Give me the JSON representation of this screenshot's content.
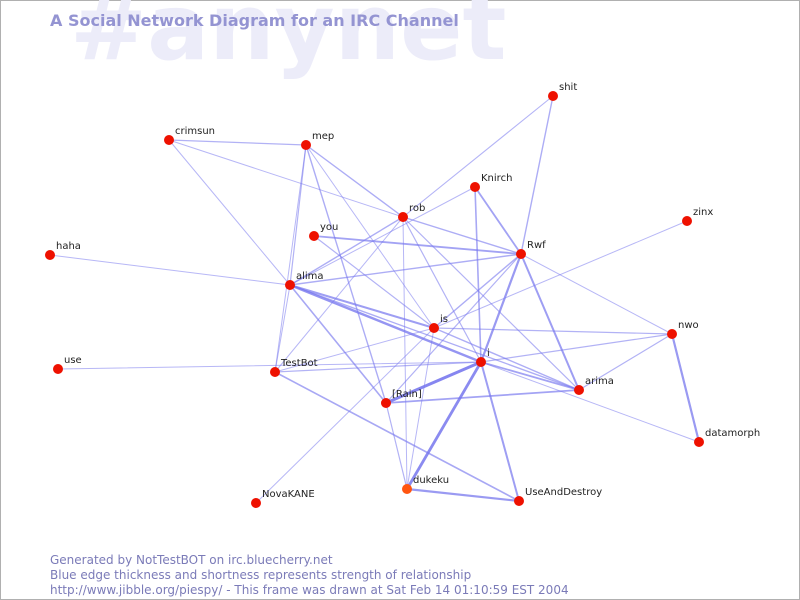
{
  "watermark": "#anynet",
  "title": "A Social Network Diagram for an IRC Channel",
  "footer": {
    "line1": "Generated by NotTestBOT on irc.bluecherry.net",
    "line2": "Blue edge thickness and shortness represents strength of relationship",
    "line3": "http://www.jibble.org/piespy/ - This frame was drawn at Sat Feb 14 01:10:59 EST 2004"
  },
  "colors": {
    "node": "#ee1100",
    "node_active": "#ff5511",
    "edge": "#7777ee",
    "title": "#9494d2",
    "watermark": "#ececf9",
    "footer": "#7b7bb8"
  },
  "nodes": [
    {
      "id": "shit",
      "label": "shit"
    },
    {
      "id": "crimsun",
      "label": "crimsun"
    },
    {
      "id": "mep",
      "label": "mep"
    },
    {
      "id": "Knirch",
      "label": "Knirch"
    },
    {
      "id": "rob",
      "label": "rob"
    },
    {
      "id": "zinx",
      "label": "zinx"
    },
    {
      "id": "you",
      "label": "you"
    },
    {
      "id": "haha",
      "label": "haha"
    },
    {
      "id": "Rwf",
      "label": "Rwf"
    },
    {
      "id": "alima",
      "label": "alima"
    },
    {
      "id": "is",
      "label": "is"
    },
    {
      "id": "nwo",
      "label": "nwo"
    },
    {
      "id": "use",
      "label": "use"
    },
    {
      "id": "i",
      "label": "i"
    },
    {
      "id": "TestBot",
      "label": "TestBot"
    },
    {
      "id": "arima",
      "label": "arima"
    },
    {
      "id": "Rain",
      "label": "[Rain]"
    },
    {
      "id": "datamorph",
      "label": "datamorph"
    },
    {
      "id": "dukeku",
      "label": "dukeku"
    },
    {
      "id": "UseAndDestroy",
      "label": "UseAndDestroy"
    },
    {
      "id": "NovaKANE",
      "label": "NovaKANE"
    }
  ],
  "edges": [
    {
      "a": "shit",
      "b": "Rwf",
      "w": 1.4
    },
    {
      "a": "shit",
      "b": "rob",
      "w": 1.1
    },
    {
      "a": "crimsun",
      "b": "mep",
      "w": 1.2
    },
    {
      "a": "crimsun",
      "b": "rob",
      "w": 1.0
    },
    {
      "a": "crimsun",
      "b": "alima",
      "w": 1.0
    },
    {
      "a": "mep",
      "b": "rob",
      "w": 1.4
    },
    {
      "a": "mep",
      "b": "alima",
      "w": 1.2
    },
    {
      "a": "mep",
      "b": "Rain",
      "w": 1.4
    },
    {
      "a": "mep",
      "b": "is",
      "w": 1.0
    },
    {
      "a": "mep",
      "b": "TestBot",
      "w": 1.0
    },
    {
      "a": "Knirch",
      "b": "Rwf",
      "w": 1.8
    },
    {
      "a": "Knirch",
      "b": "i",
      "w": 1.6
    },
    {
      "a": "Knirch",
      "b": "alima",
      "w": 1.0
    },
    {
      "a": "rob",
      "b": "Rwf",
      "w": 1.4
    },
    {
      "a": "rob",
      "b": "alima",
      "w": 1.4
    },
    {
      "a": "rob",
      "b": "i",
      "w": 1.2
    },
    {
      "a": "rob",
      "b": "arima",
      "w": 1.2
    },
    {
      "a": "rob",
      "b": "TestBot",
      "w": 1.0
    },
    {
      "a": "rob",
      "b": "dukeku",
      "w": 1.0
    },
    {
      "a": "you",
      "b": "Rwf",
      "w": 1.8
    },
    {
      "a": "you",
      "b": "is",
      "w": 1.2
    },
    {
      "a": "zinx",
      "b": "is",
      "w": 1.0
    },
    {
      "a": "haha",
      "b": "alima",
      "w": 1.0
    },
    {
      "a": "Rwf",
      "b": "alima",
      "w": 1.4
    },
    {
      "a": "Rwf",
      "b": "is",
      "w": 1.4
    },
    {
      "a": "Rwf",
      "b": "i",
      "w": 2.2
    },
    {
      "a": "Rwf",
      "b": "arima",
      "w": 2.0
    },
    {
      "a": "Rwf",
      "b": "nwo",
      "w": 1.0
    },
    {
      "a": "Rwf",
      "b": "Rain",
      "w": 1.2
    },
    {
      "a": "alima",
      "b": "is",
      "w": 2.0
    },
    {
      "a": "alima",
      "b": "i",
      "w": 2.4
    },
    {
      "a": "alima",
      "b": "Rain",
      "w": 1.6
    },
    {
      "a": "alima",
      "b": "arima",
      "w": 1.4
    },
    {
      "a": "alima",
      "b": "TestBot",
      "w": 1.0
    },
    {
      "a": "is",
      "b": "nwo",
      "w": 1.2
    },
    {
      "a": "is",
      "b": "arima",
      "w": 1.4
    },
    {
      "a": "is",
      "b": "dukeku",
      "w": 1.0
    },
    {
      "a": "is",
      "b": "TestBot",
      "w": 1.0
    },
    {
      "a": "is",
      "b": "NovaKANE",
      "w": 1.0
    },
    {
      "a": "i",
      "b": "nwo",
      "w": 1.2
    },
    {
      "a": "i",
      "b": "Rain",
      "w": 3.0
    },
    {
      "a": "i",
      "b": "dukeku",
      "w": 2.8
    },
    {
      "a": "i",
      "b": "UseAndDestroy",
      "w": 2.0
    },
    {
      "a": "i",
      "b": "TestBot",
      "w": 1.2
    },
    {
      "a": "i",
      "b": "arima",
      "w": 1.8
    },
    {
      "a": "i",
      "b": "datamorph",
      "w": 1.0
    },
    {
      "a": "i",
      "b": "use",
      "w": 1.0
    },
    {
      "a": "nwo",
      "b": "datamorph",
      "w": 2.2
    },
    {
      "a": "nwo",
      "b": "arima",
      "w": 1.2
    },
    {
      "a": "arima",
      "b": "Rain",
      "w": 1.8
    },
    {
      "a": "TestBot",
      "b": "UseAndDestroy",
      "w": 1.6
    },
    {
      "a": "dukeku",
      "b": "UseAndDestroy",
      "w": 2.2
    },
    {
      "a": "Rain",
      "b": "dukeku",
      "w": 1.2
    }
  ]
}
